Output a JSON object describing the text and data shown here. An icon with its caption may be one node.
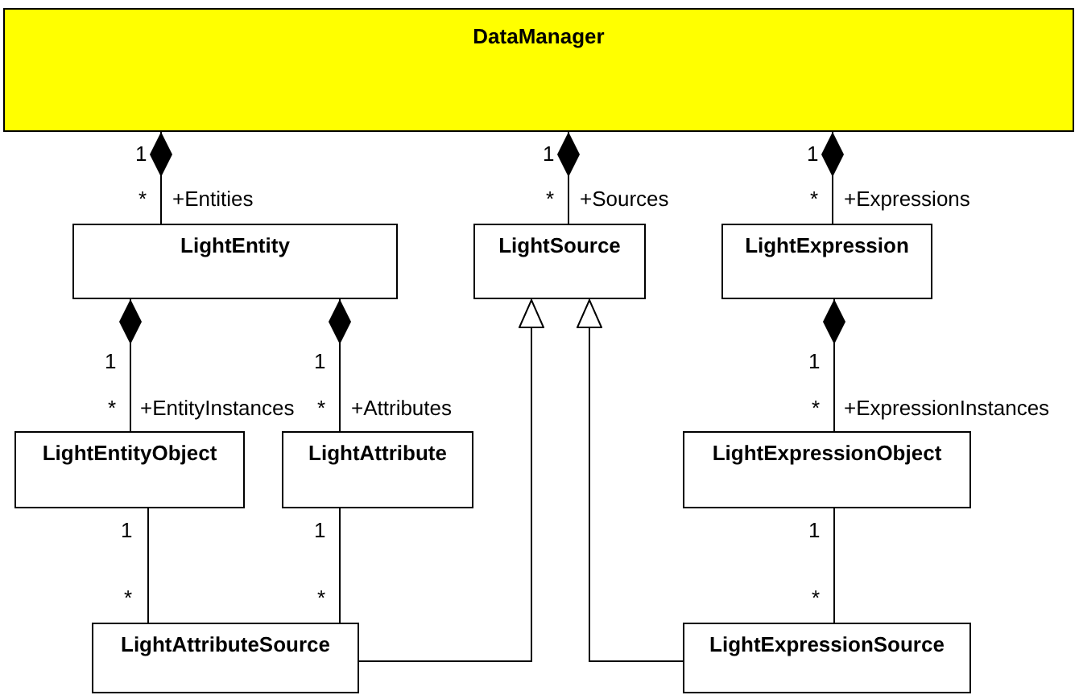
{
  "diagram": {
    "nodes": [
      {
        "text": [
          "DataManager"
        ]
      },
      {
        "text": [
          "LightEntity"
        ]
      },
      {
        "text": [
          "LightSource"
        ]
      },
      {
        "text": [
          "LightExpression"
        ]
      },
      {
        "text": [
          "LightEntityObject"
        ]
      },
      {
        "text": [
          "LightAttribute"
        ]
      },
      {
        "text": [
          "LightExpressionObject"
        ]
      },
      {
        "text": [
          "LightAttributeSource"
        ]
      },
      {
        "text": [
          "LightExpressionSource"
        ]
      }
    ],
    "edges": [
      {
        "from": 0,
        "to": 1,
        "arrow": "other",
        "label": "+Entities"
      },
      {
        "from": 0,
        "to": 2,
        "arrow": "other",
        "label": "+Sources"
      },
      {
        "from": 0,
        "to": 3,
        "arrow": "other",
        "label": "+Expressions"
      },
      {
        "from": 1,
        "to": 4,
        "arrow": "other",
        "label": "+EntityInstances"
      },
      {
        "from": 1,
        "to": 5,
        "arrow": "other",
        "label": "+Attributes"
      },
      {
        "from": 3,
        "to": 6,
        "arrow": "other",
        "label": "+ExpressionInstances"
      },
      {
        "from": 4,
        "to": 7,
        "arrow": "none"
      },
      {
        "from": 5,
        "to": 7,
        "arrow": "none"
      },
      {
        "from": 6,
        "to": 8,
        "arrow": "none"
      },
      {
        "from": 7,
        "to": 2,
        "arrow": "to"
      },
      {
        "from": 8,
        "to": 2,
        "arrow": "to"
      }
    ],
    "labels": [
      "1",
      "1",
      "1",
      "*",
      "*",
      "*",
      "1",
      "1",
      "1",
      "*",
      "*",
      "*",
      "1",
      "1",
      "1",
      "*",
      "*",
      "*"
    ]
  }
}
